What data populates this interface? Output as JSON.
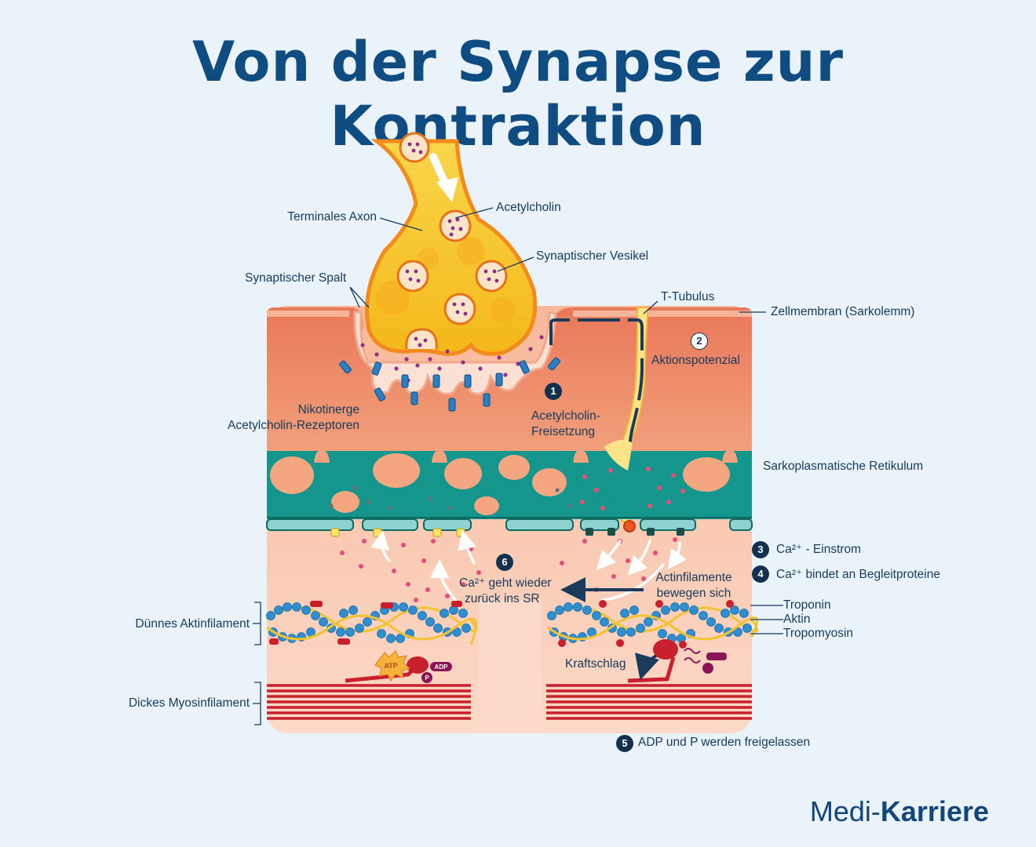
{
  "title": "Von der Synapse zur Kontraktion",
  "brand": {
    "part1": "Medi-",
    "part2": "Karriere"
  },
  "labels": {
    "terminal_axon": "Terminales Axon",
    "acetylcholine": "Acetylcholin",
    "synaptic_vesicle": "Synaptischer Vesikel",
    "synaptic_cleft": "Synaptischer Spalt",
    "t_tubule": "T-Tubulus",
    "cell_membrane": "Zellmembran (Sarkolemm)",
    "action_potential": "Aktionspotenzial",
    "nicotinic_line1": "Nikotinerge",
    "nicotinic_line2": "Acetylcholin-Rezeptoren",
    "ach_release_line1": "Acetylcholin-",
    "ach_release_line2": "Freisetzung",
    "sarcoplasmic_reticulum": "Sarkoplasmatische Retikulum",
    "ca_influx": "Ca²⁺ - Einstrom",
    "ca_binds": "Ca²⁺ bindet an Begleitproteine",
    "actin_moves_line1": "Actinfilamente",
    "actin_moves_line2": "bewegen sich",
    "ca_back_line1": "Ca²⁺ geht wieder",
    "ca_back_line2": "zurück ins SR",
    "thin_actin": "Dünnes Aktinfilament",
    "troponin": "Troponin",
    "actin": "Aktin",
    "tropomyosin": "Tropomyosin",
    "power_stroke": "Kraftschlag",
    "thick_myosin": "Dickes Myosinfilament",
    "adp_p_release": "ADP und P werden freigelassen",
    "atp": "ATP",
    "adp": "ADP",
    "p": "P"
  },
  "steps": [
    "1",
    "2",
    "3",
    "4",
    "5",
    "6"
  ],
  "colors": {
    "title": "#0f4c81",
    "background": "#eaf2fa",
    "axon": "#f7c51e",
    "muscle": "#ea7e5d",
    "sr": "#14968d",
    "myosin": "#c8202c",
    "actin": "#2d8fd0",
    "calcium": "#e84d7a"
  }
}
